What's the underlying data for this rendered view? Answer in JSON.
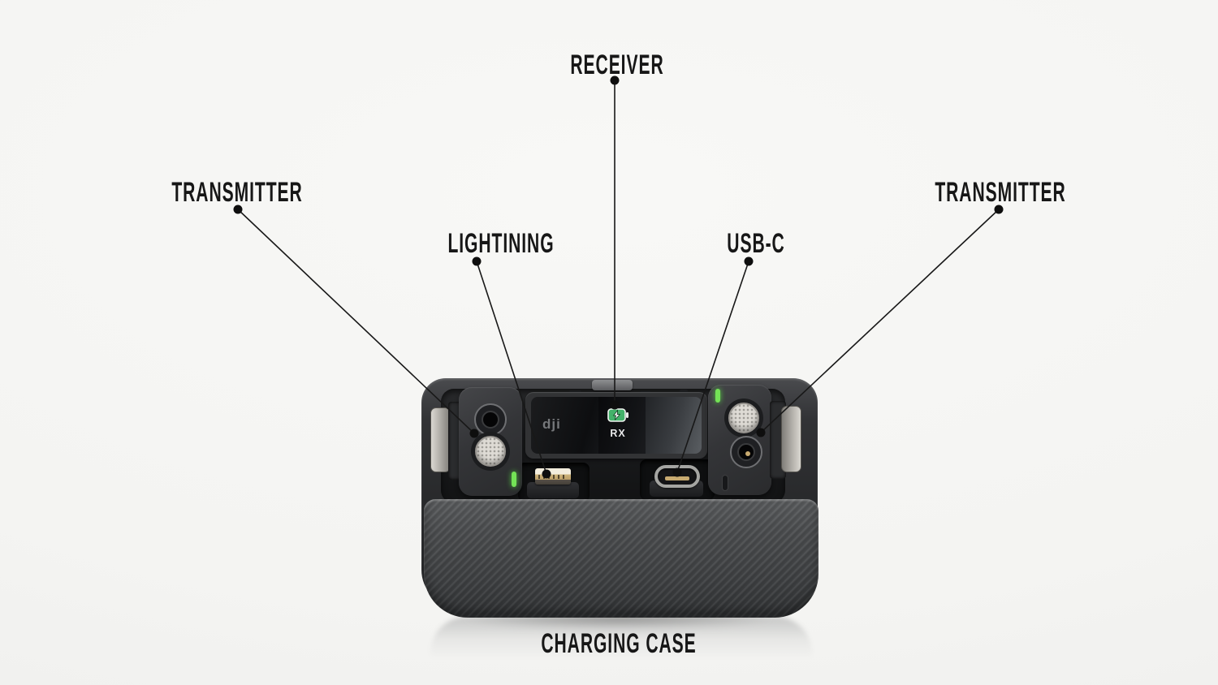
{
  "diagram": {
    "annotations": [
      {
        "id": "receiver",
        "text": "RECEIVER"
      },
      {
        "id": "transmitter-left",
        "text": "TRANSMITTER"
      },
      {
        "id": "lightning",
        "text": "LIGHTINING"
      },
      {
        "id": "usb-c",
        "text": "USB-C"
      },
      {
        "id": "transmitter-right",
        "text": "TRANSMITTER"
      },
      {
        "id": "charging-case",
        "text": "CHARGING CASE"
      }
    ],
    "colors": {
      "label_text": "#171717",
      "leader_line": "#181818",
      "background": "#f4f4f2",
      "case_body": "#323336",
      "case_lid": "#4b4d50",
      "screen_black": "#101113",
      "battery_green": "#43b26a",
      "led_green": "#74e356",
      "mic_silver": "#dedbd5",
      "gold_contact": "#c8aa70"
    }
  },
  "device": {
    "screen": {
      "brand": "dji",
      "mode": "RX",
      "icon": "battery-charging-icon"
    }
  }
}
